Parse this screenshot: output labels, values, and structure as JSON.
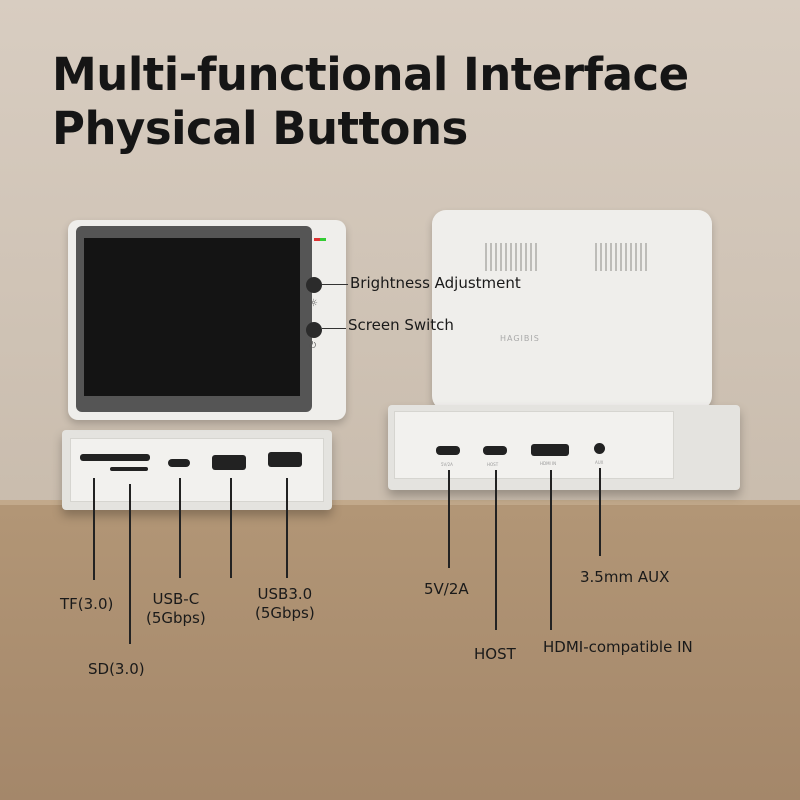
{
  "title": {
    "line1": "Multi-functional Interface",
    "line2": "Physical Buttons"
  },
  "front": {
    "buttons": [
      {
        "label": "Brightness Adjustment",
        "icon": "sun-icon"
      },
      {
        "label": "Screen Switch",
        "icon": "power-icon"
      }
    ],
    "ports": [
      {
        "label": "TF(3.0)"
      },
      {
        "label": "SD(3.0)"
      },
      {
        "label": "USB-C\n(5Gbps)"
      },
      {
        "label": "USB3.0\n(5Gbps)"
      }
    ]
  },
  "back": {
    "brand": "HAGIBIS",
    "ports": [
      {
        "label": "5V/2A",
        "print": "5V/2A"
      },
      {
        "label": "HOST",
        "print": "HOST"
      },
      {
        "label": "HDMI-compatible IN",
        "print": "HDMI IN"
      },
      {
        "label": "3.5mm AUX",
        "print": "AUX"
      }
    ]
  },
  "colors": {
    "wall": "#d2c6b9",
    "shelf": "#a88b6d",
    "device": "#ecebe8",
    "title": "#151515"
  }
}
